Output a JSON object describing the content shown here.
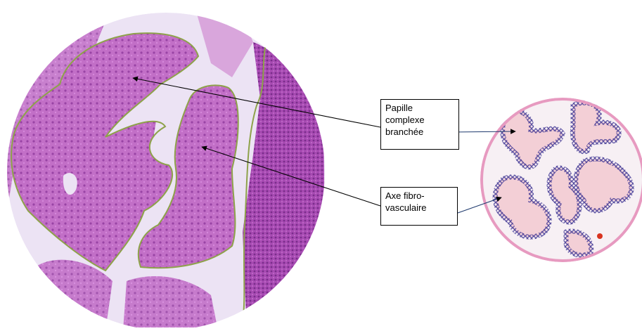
{
  "labels": {
    "papille": {
      "line1": "Papille",
      "line2": "complexe",
      "line3": "branchée"
    },
    "axe": {
      "line1": "Axe fibro-",
      "line2": "vasculaire"
    }
  },
  "colors": {
    "tissue_main": "#c26fc7",
    "tissue_dark": "#9a3ea6",
    "lumen": "#ede4f5",
    "outline": "#8ea24a",
    "stroma_right": "#f3cfd6",
    "epithelium_right": "#5a55a8",
    "circle_rim_right": "#e79ac0"
  }
}
